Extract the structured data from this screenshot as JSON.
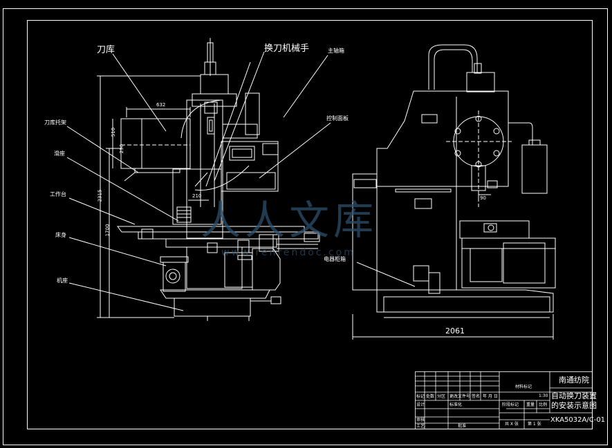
{
  "labels": {
    "tool_magazine": "刀库",
    "tool_changer_arm": "换刀机械手",
    "main_spindle_box": "主轴箱",
    "control_panel": "控制面板",
    "tool_holder": "刀库托架",
    "slide_saddle": "滑座",
    "worktable": "工作台",
    "bed_body": "床身",
    "base": "机座",
    "electric_cabinet": "电器柜箱"
  },
  "dimensions": {
    "d632": "632",
    "d510": "510",
    "d290": "290",
    "d2315": "2315",
    "d1700": "1700",
    "d210": "210",
    "d90": "90",
    "d2061": "2061"
  },
  "watermark": {
    "brand": "人人文库",
    "url": "www.renrendoc.com"
  },
  "title_block": {
    "school": "南通纺院",
    "title_line1": "自动换刀装置",
    "title_line2": "的安装示意图",
    "drawing_no": "XKA5032A/C-01",
    "material_mark": "材料标记",
    "stage_mark": "阶段标记",
    "weight": "重量",
    "scale": "比例",
    "scale_value": "1:30",
    "sheets_total": "共 X 张",
    "sheet_no": "第 1 张",
    "mark": "标记",
    "count": "处数",
    "zone": "分区",
    "change_doc": "更改文件号",
    "signature": "签名",
    "date": "年 月 日",
    "design": "设计",
    "standardize": "标准化",
    "review": "审核",
    "process": "工艺",
    "approve": "批准"
  }
}
